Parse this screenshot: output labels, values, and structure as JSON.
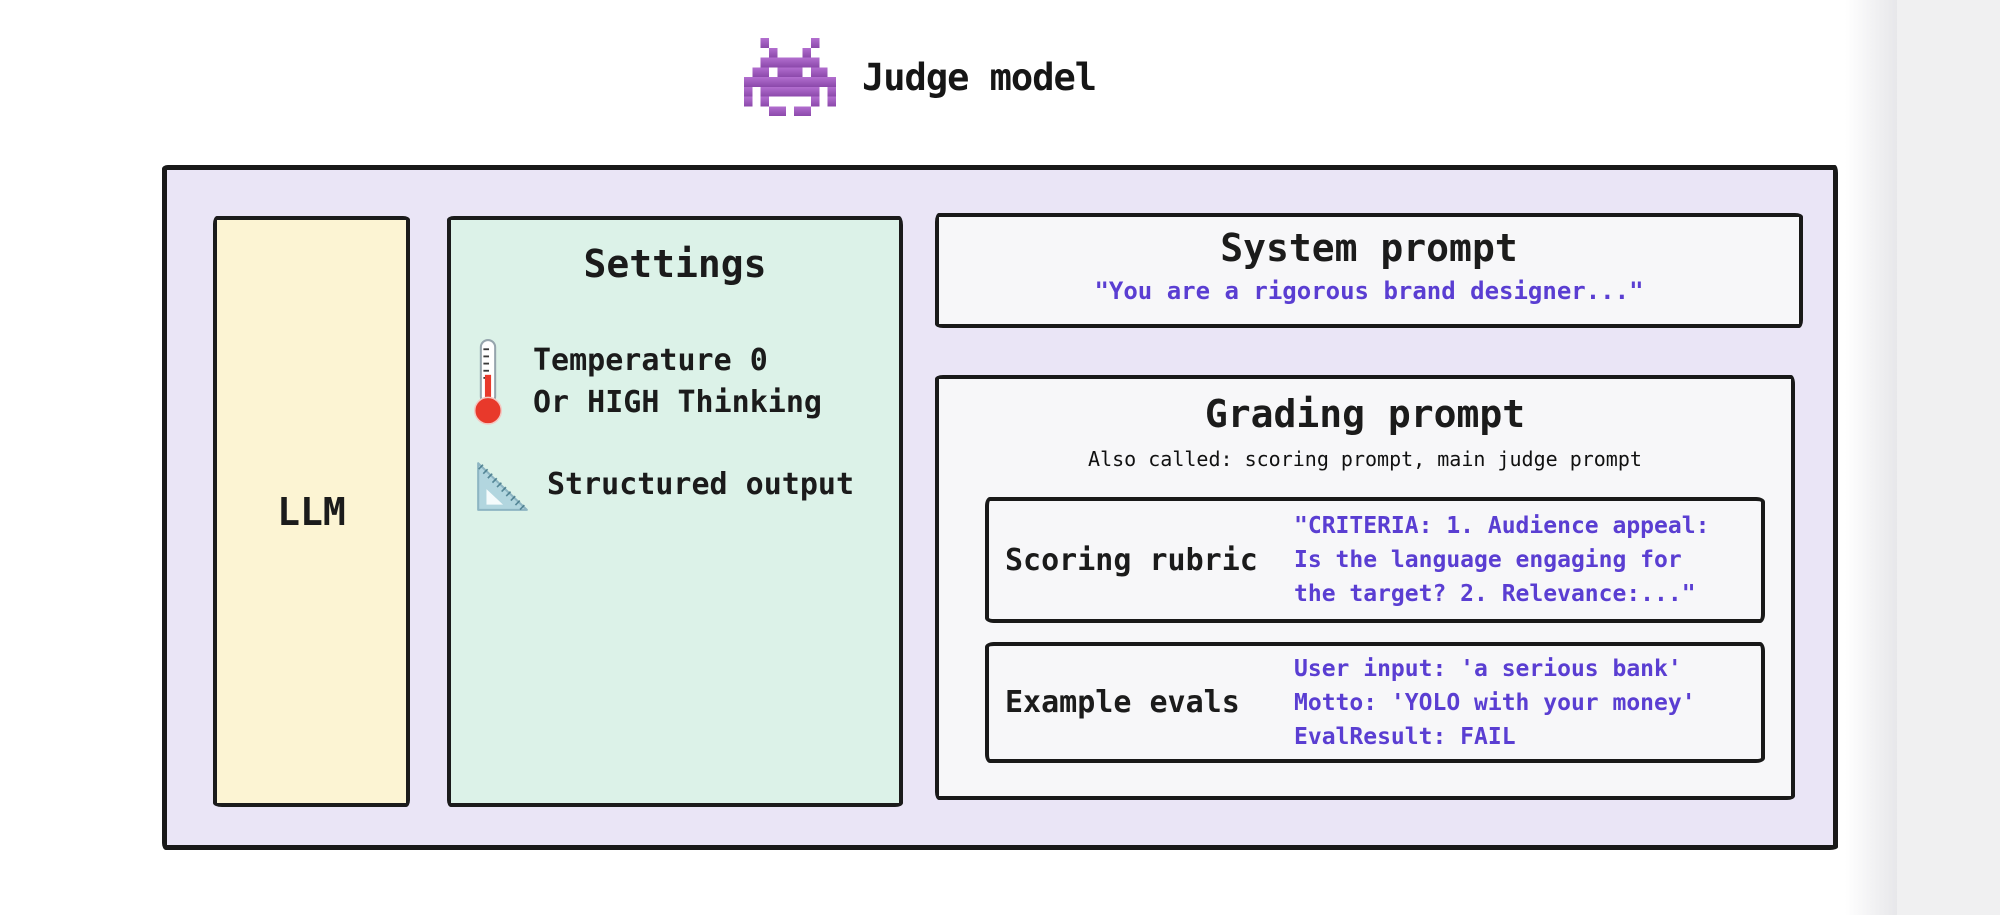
{
  "header": {
    "icon": "alien-invader-icon",
    "title": "Judge model"
  },
  "llm": {
    "label": "LLM"
  },
  "settings": {
    "title": "Settings",
    "temperature": {
      "icon": "thermometer-icon",
      "line1": "Temperature 0",
      "line2": "Or HIGH Thinking"
    },
    "structured": {
      "icon": "triangle-ruler-icon",
      "label": "Structured output"
    }
  },
  "system_prompt": {
    "title": "System prompt",
    "quote": "\"You are a rigorous brand designer...\""
  },
  "grading_prompt": {
    "title": "Grading prompt",
    "subtitle": "Also called: scoring prompt, main judge prompt",
    "scoring_rubric": {
      "label": "Scoring rubric",
      "line1": "\"CRITERIA: 1. Audience appeal:",
      "line2": "Is the language engaging for",
      "line3": "the target? 2. Relevance:...\""
    },
    "example_evals": {
      "label": "Example evals",
      "line1": "User input: 'a serious bank'",
      "line2": "Motto: 'YOLO with your money'",
      "line3": "EvalResult: FAIL"
    }
  },
  "colors": {
    "outer_background": "#eae5f6",
    "llm_background": "#fcf4d3",
    "settings_background": "#dcf2e8",
    "panel_background": "#f7f7f9",
    "border": "#191919",
    "accent_text_purple": "#5a3ed2",
    "invader_purple": "#9d57bb",
    "thermometer_red": "#e8392b",
    "ruler_blue": "#b2d6df"
  }
}
